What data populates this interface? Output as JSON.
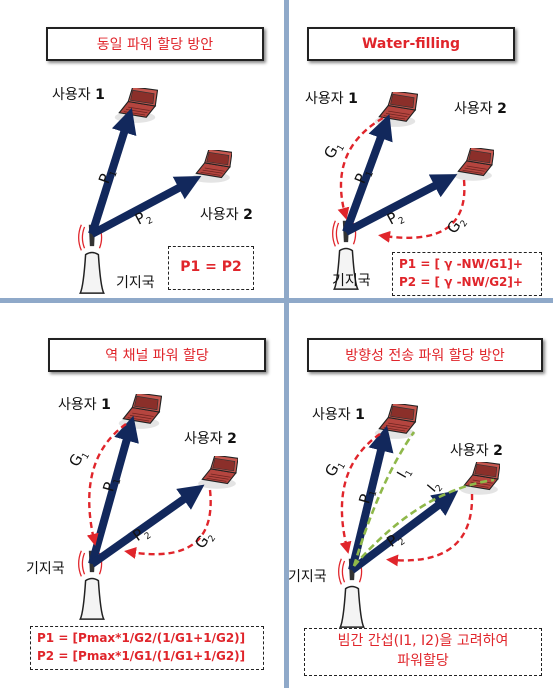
{
  "panels": [
    {
      "title": "동일 파워 할당 방안",
      "user1": "사용자",
      "user1_num": "1",
      "user2": "사용자",
      "user2_num": "2",
      "bs": "기지국",
      "p1": "P",
      "p1_sub": "1",
      "p2": "P",
      "p2_sub": "2",
      "formula": [
        "P1 = P2"
      ]
    },
    {
      "title": "Water-filling",
      "user1": "사용자",
      "user1_num": "1",
      "user2": "사용자",
      "user2_num": "2",
      "bs": "기지국",
      "g1": "G",
      "g1_sub": "1",
      "g2": "G",
      "g2_sub": "2",
      "formula": [
        "P1 = [ γ -NW/G1]+",
        "P2 = [ γ -NW/G2]+"
      ]
    },
    {
      "title": "역 채널 파워 할당",
      "user1": "사용자",
      "user1_num": "1",
      "user2": "사용자",
      "user2_num": "2",
      "bs": "기지국",
      "formula": [
        "P1 = [Pmax*1/G2/(1/G1+1/G2)]",
        "P2 = [Pmax*1/G1/(1/G1+1/G2)]"
      ]
    },
    {
      "title": "방향성 전송 파워 할당 방안",
      "user1": "사용자",
      "user1_num": "1",
      "user2": "사용자",
      "user2_num": "2",
      "bs": "기지국",
      "i1": "I",
      "i1_sub": "1",
      "i2": "I",
      "i2_sub": "2",
      "note": [
        "빔간 간섭(I1, I2)을 고려하여",
        "파워할당"
      ]
    }
  ],
  "colors": {
    "divider": "#8fa9c9",
    "arrow": "#12285c",
    "gain": "#e0252b",
    "interference": "#8fb84a",
    "laptop": "#b5453f"
  }
}
